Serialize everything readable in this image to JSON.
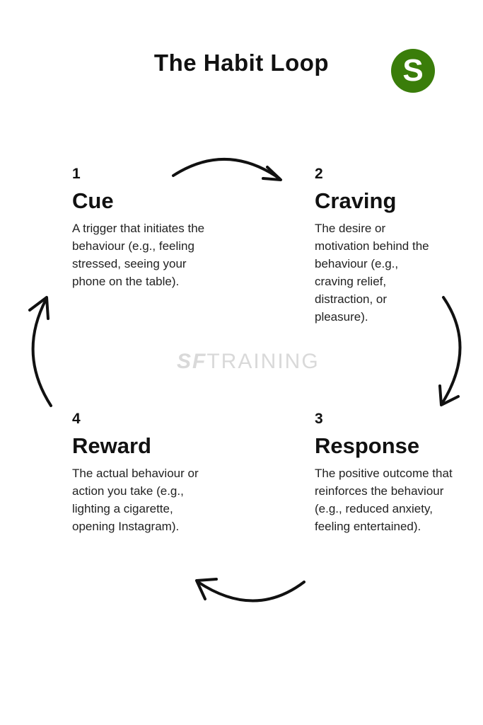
{
  "title": "The Habit Loop",
  "logo": "S",
  "watermark": {
    "bold": "SF",
    "light": "TRAINING"
  },
  "steps": [
    {
      "number": "1",
      "heading": "Cue",
      "description": "A trigger that initiates the behaviour (e.g., feeling stressed, seeing your phone on the table)."
    },
    {
      "number": "2",
      "heading": "Craving",
      "description": "The desire or motivation behind the behaviour (e.g., craving relief, distraction, or pleasure)."
    },
    {
      "number": "3",
      "heading": "Response",
      "description": "The positive outcome that reinforces the behaviour (e.g., reduced anxiety, feeling entertained)."
    },
    {
      "number": "4",
      "heading": "Reward",
      "description": "The actual behaviour or action you take (e.g., lighting a cigarette, opening Instagram)."
    }
  ]
}
